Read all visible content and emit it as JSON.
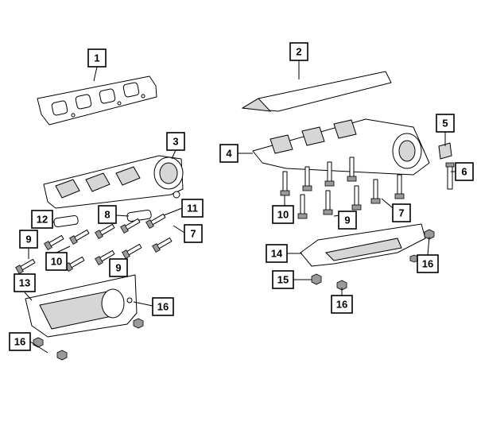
{
  "callouts": {
    "c1": "1",
    "c2": "2",
    "c3": "3",
    "c4": "4",
    "c5": "5",
    "c6": "6",
    "c7a": "7",
    "c7b": "7",
    "c8": "8",
    "c9a": "9",
    "c9b": "9",
    "c9c": "9",
    "c10a": "10",
    "c10b": "10",
    "c11": "11",
    "c12": "12",
    "c13": "13",
    "c14": "14",
    "c15": "15",
    "c16a": "16",
    "c16b": "16",
    "c16c": "16",
    "c16d": "16"
  }
}
